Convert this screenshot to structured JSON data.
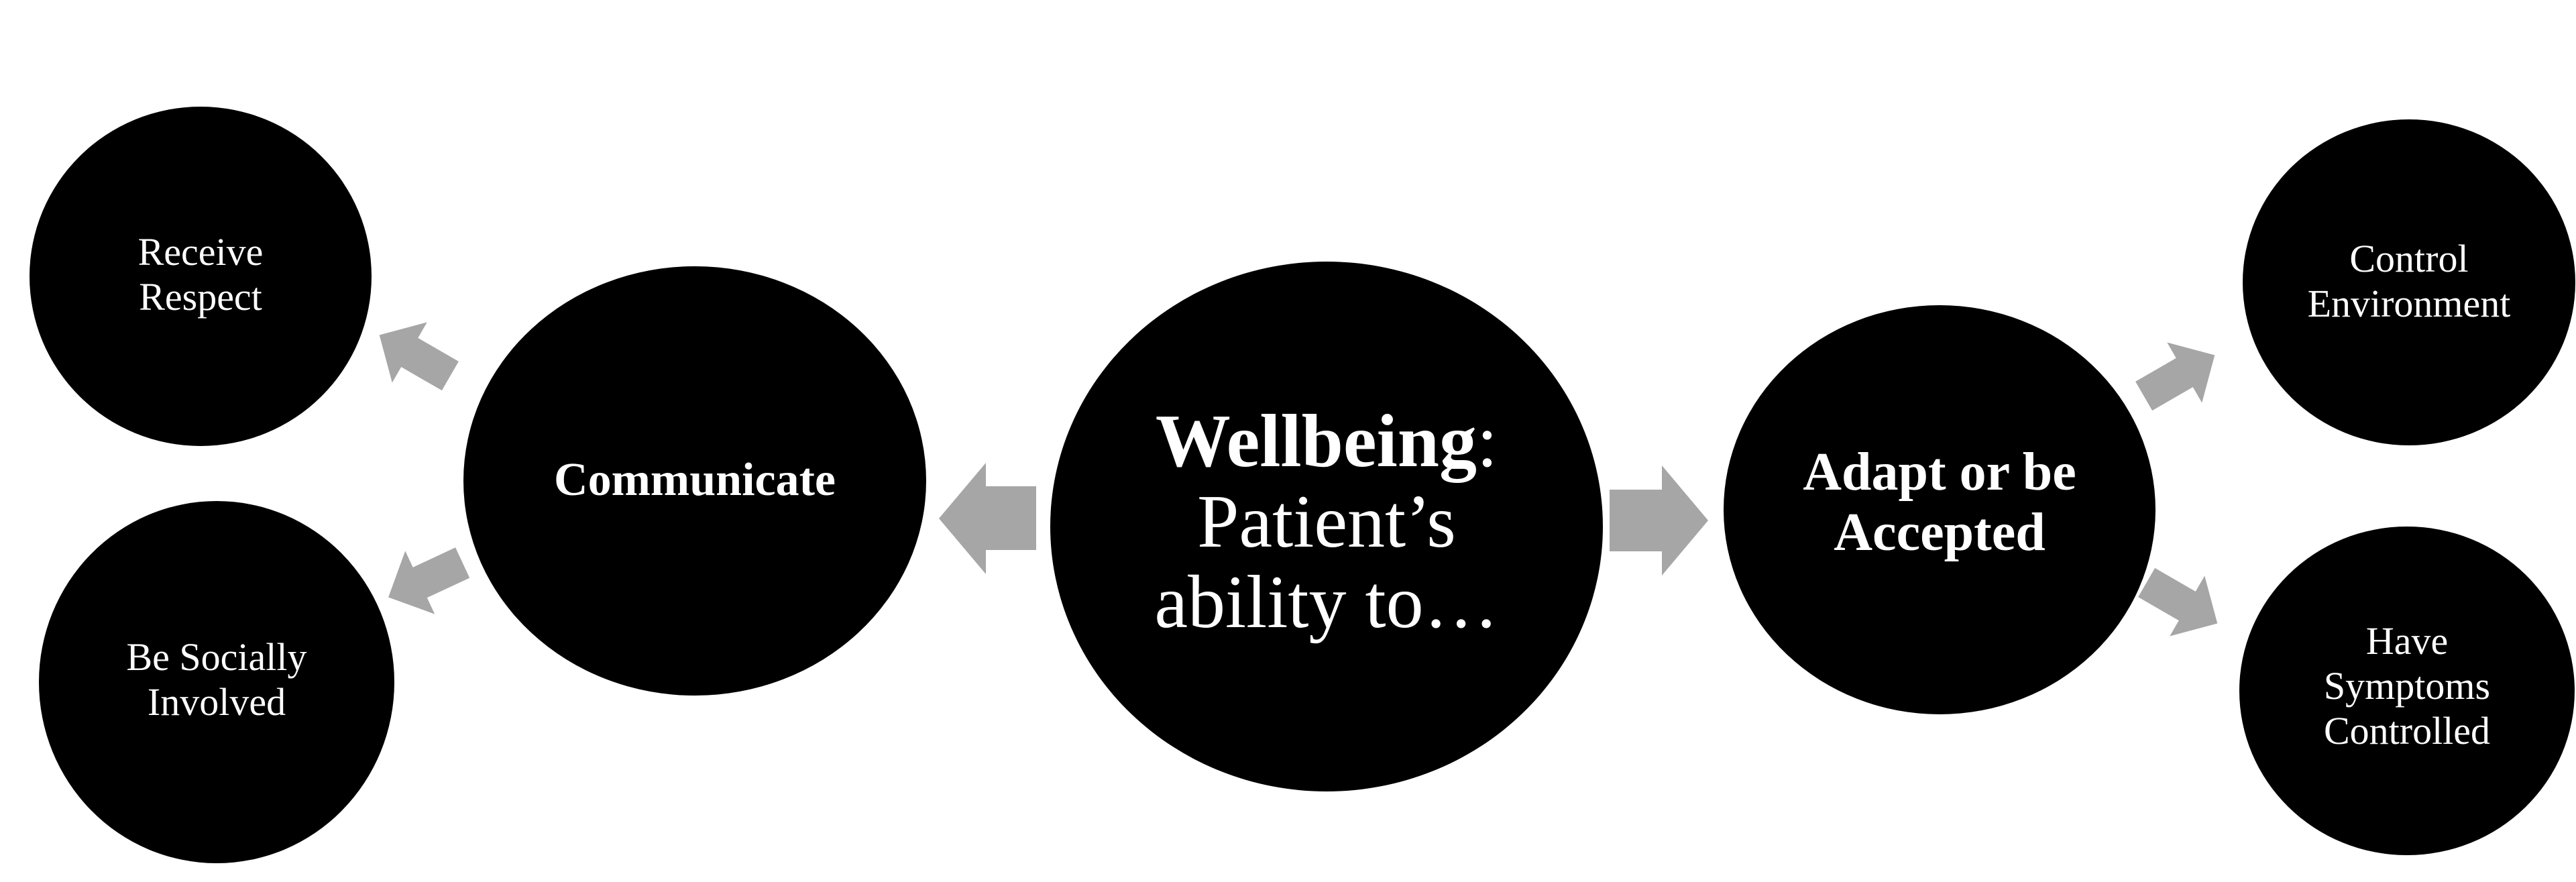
{
  "colors": {
    "background": "#ffffff",
    "node_fill": "#000000",
    "node_text": "#ffffff",
    "arrow": "#a6a6a6"
  },
  "center": {
    "title": "Wellbeing",
    "title_suffix": ":",
    "line2": "Patient’s",
    "line3": "ability to…"
  },
  "nodes": {
    "communicate": {
      "line1": "Communicate"
    },
    "adapt": {
      "line1": "Adapt or be",
      "line2": "Accepted"
    },
    "receive_respect": {
      "line1": "Receive",
      "line2": "Respect"
    },
    "socially_involved": {
      "line1": "Be Socially",
      "line2": "Involved"
    },
    "control_environment": {
      "line1": "Control",
      "line2": "Environment"
    },
    "symptoms_controlled": {
      "line1": "Have",
      "line2": "Symptoms",
      "line3": "Controlled"
    }
  },
  "connections": [
    {
      "from": "Wellbeing",
      "to": "Communicate"
    },
    {
      "from": "Wellbeing",
      "to": "Adapt or be Accepted"
    },
    {
      "from": "Communicate",
      "to": "Receive Respect"
    },
    {
      "from": "Communicate",
      "to": "Be Socially Involved"
    },
    {
      "from": "Adapt or be Accepted",
      "to": "Control Environment"
    },
    {
      "from": "Adapt or be Accepted",
      "to": "Have Symptoms Controlled"
    }
  ]
}
